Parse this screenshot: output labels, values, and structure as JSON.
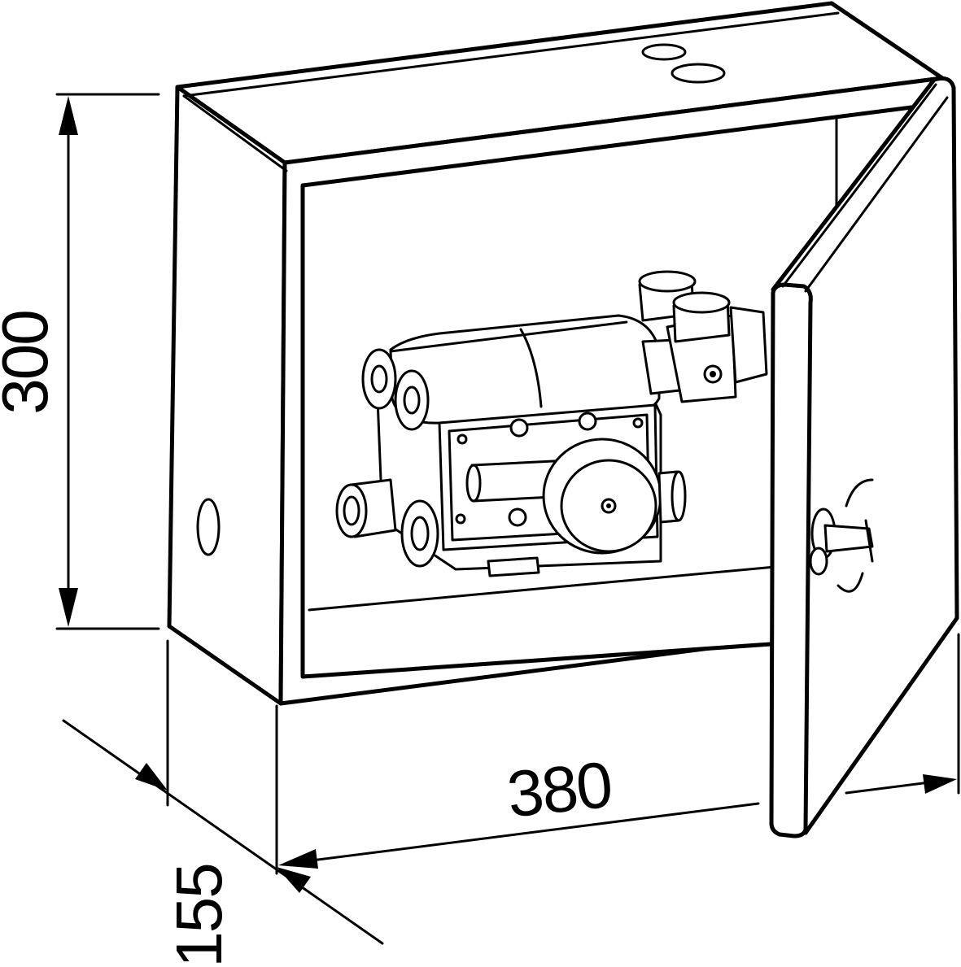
{
  "dimensions": {
    "height_label": "300",
    "width_label": "380",
    "depth_label": "155"
  },
  "colors": {
    "line": "#000000",
    "background": "#ffffff"
  },
  "icons": [
    "arrow-head-icon",
    "bolt-icon",
    "lock-key-icon"
  ]
}
